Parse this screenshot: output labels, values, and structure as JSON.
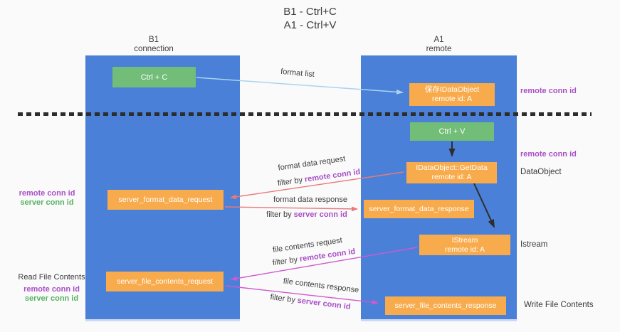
{
  "title": {
    "line1": "B1 - Ctrl+C",
    "line2": "A1 - Ctrl+V"
  },
  "lifelines": {
    "b1": {
      "name": "B1",
      "role": "connection"
    },
    "a1": {
      "name": "A1",
      "role": "remote"
    }
  },
  "nodes": {
    "ctrl_c": {
      "label": "Ctrl + C"
    },
    "ctrl_v": {
      "label": "Ctrl + V"
    },
    "save_idataobject": {
      "line1": "保存IDataObject",
      "line2": "remote id: A"
    },
    "idataobject_getdata": {
      "line1": "IDataObject::GetData",
      "line2": "remote id: A"
    },
    "istream": {
      "line1": "IStream",
      "line2": "remote id: A"
    },
    "server_format_data_request": {
      "label": "server_format_data_request"
    },
    "server_format_data_response": {
      "label": "server_format_data_response"
    },
    "server_file_contents_request": {
      "label": "server_file_contents_request"
    },
    "server_file_contents_response": {
      "label": "server_file_contents_response"
    }
  },
  "arrow_labels": {
    "format_list": "format list",
    "format_data_request": "format data request",
    "format_data_response": "format data response",
    "file_contents_request": "file contents request",
    "file_contents_response": "file contents response",
    "filter_by": "filter by",
    "remote_conn_id": "remote conn id",
    "server_conn_id": "server conn id"
  },
  "annotations": {
    "remote_conn_id_top_right": "remote conn id",
    "remote_conn_id_right": "remote conn id",
    "dataobject": "DataObject",
    "istream_side": "Istream",
    "write_file_contents": "Write File Contents",
    "read_file_contents": "Read File Contents",
    "remote_conn_id_left": "remote conn id",
    "server_conn_id_left": "server conn id"
  },
  "colors": {
    "lifeline_blue": "#4a80d8",
    "action_green": "#72bd78",
    "message_orange": "#f8ab4c",
    "arrow_light_blue": "#a9d4f1",
    "arrow_red": "#e87a7a",
    "arrow_magenta": "#cf59cf",
    "conn_id_purple": "#a84fc6",
    "conn_id_green": "#57b262"
  }
}
